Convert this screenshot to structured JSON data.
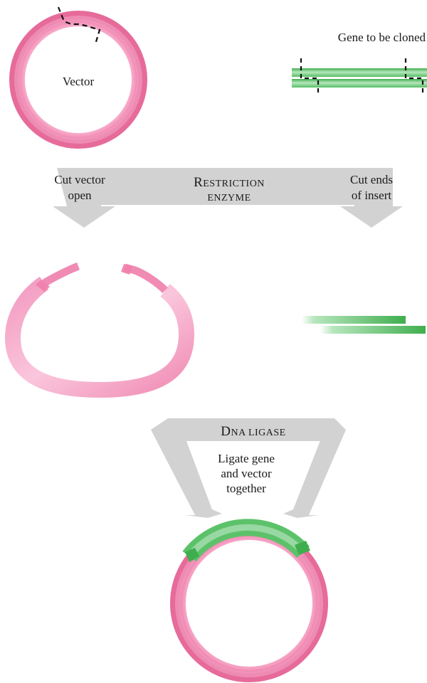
{
  "vector_label": "Vector",
  "gene_label": "Gene to be cloned",
  "step1": {
    "enzyme_cap": "R",
    "enzyme_rest": "ESTRICTION",
    "enzyme_line2": "ENZYME",
    "left_line1": "Cut vector",
    "left_line2": "open",
    "right_line1": "Cut ends",
    "right_line2": "of insert"
  },
  "step2": {
    "enzyme_cap": "D",
    "enzyme_rest": "NA LIGASE",
    "line1": "Ligate gene",
    "line2": "and vector",
    "line3": "together"
  },
  "colors": {
    "vector_pink": "#f08cb4",
    "insert_green": "#5cc26a",
    "arrow_gray": "#d2d2d2",
    "cut_line": "#111111"
  }
}
